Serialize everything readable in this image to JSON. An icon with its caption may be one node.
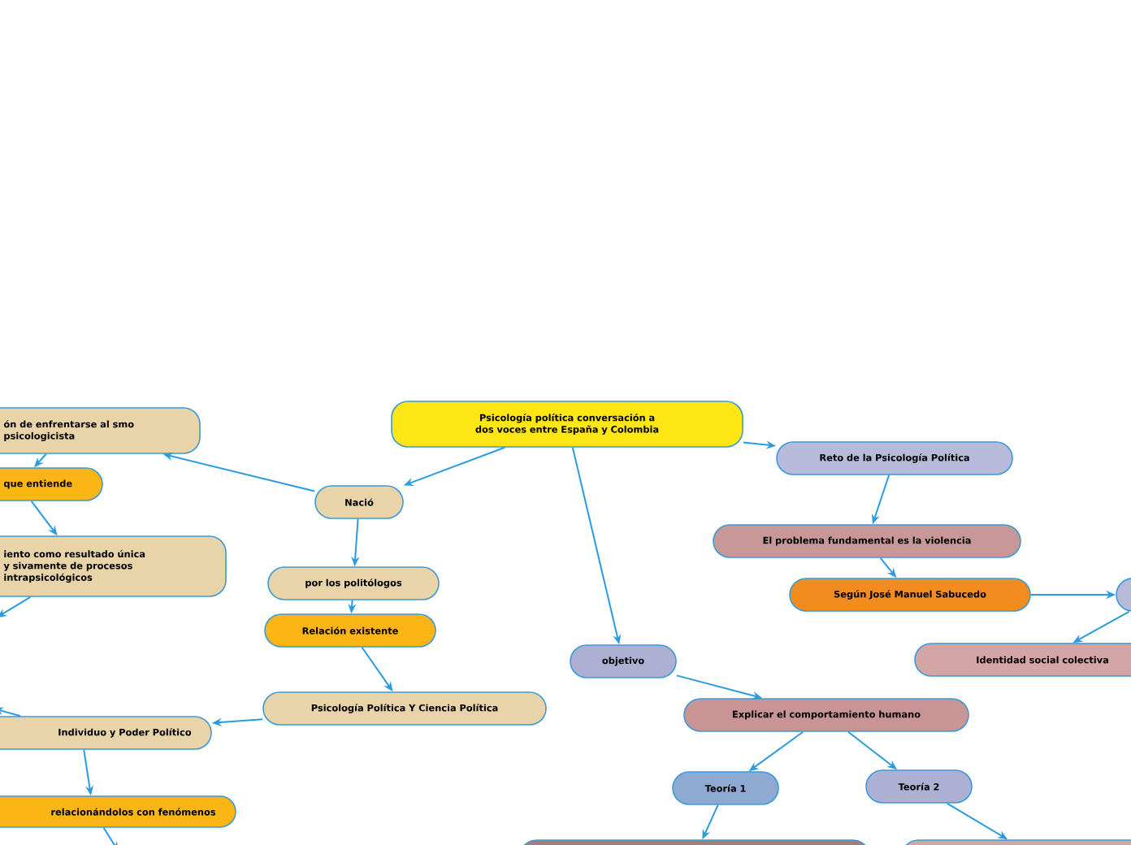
{
  "diagram": {
    "nodes": [
      {
        "text": [
          "Psicología política conversación a dos voces entre España y Colombia"
        ]
      },
      {
        "text": [
          "Nació"
        ]
      },
      {
        "text": [
          "ón de enfrentarse al smo psicologicista"
        ]
      },
      {
        "text": [
          "que entiende"
        ]
      },
      {
        "text": [
          "iento como resultado única y sivamente de procesos intrapsicológicos"
        ]
      },
      {
        "text": [
          "por los politólogos"
        ]
      },
      {
        "text": [
          "Relación existente"
        ]
      },
      {
        "text": [
          "Psicología Política Y Ciencia Política"
        ]
      },
      {
        "text": [
          "Individuo y Poder Político"
        ]
      },
      {
        "text": [
          "relacionándolos con fenómenos"
        ]
      },
      {
        "text": [
          "Reto de la Psicología Política"
        ]
      },
      {
        "text": [
          "El problema fundamental es la violencia"
        ]
      },
      {
        "text": [
          "Según José Manuel Sabucedo"
        ]
      },
      {
        "text": [],
        "shape": "box"
      },
      {
        "text": [
          "Identidad social colectiva"
        ]
      },
      {
        "text": [
          "objetivo"
        ]
      },
      {
        "text": [
          "Explicar el comportamiento humano"
        ]
      },
      {
        "text": [
          "Teoría 1"
        ]
      },
      {
        "text": [
          "Teoría 2"
        ]
      },
      {
        "text": [],
        "shape": "box"
      },
      {
        "text": [],
        "shape": "box"
      }
    ],
    "edges": [
      {
        "from": 0,
        "to": 1,
        "arrow": "to"
      },
      {
        "from": 1,
        "to": 2,
        "arrow": "to"
      },
      {
        "from": 2,
        "to": 3,
        "arrow": "to"
      },
      {
        "from": 3,
        "to": 4,
        "arrow": "to"
      },
      {
        "from": 4,
        "to": null,
        "arrow": "to"
      },
      {
        "from": 1,
        "to": 5,
        "arrow": "to"
      },
      {
        "from": 5,
        "to": 6,
        "arrow": "to"
      },
      {
        "from": 6,
        "to": 7,
        "arrow": "to"
      },
      {
        "from": 7,
        "to": 8,
        "arrow": "to"
      },
      {
        "from": 8,
        "to": null,
        "arrow": "to"
      },
      {
        "from": 8,
        "to": 9,
        "arrow": "to"
      },
      {
        "from": 9,
        "to": null,
        "arrow": "to"
      },
      {
        "from": 0,
        "to": 10,
        "arrow": "to"
      },
      {
        "from": 10,
        "to": 11,
        "arrow": "to"
      },
      {
        "from": 11,
        "to": 12,
        "arrow": "to"
      },
      {
        "from": 12,
        "to": 13,
        "arrow": "to"
      },
      {
        "from": 13,
        "to": 14,
        "arrow": "to"
      },
      {
        "from": 0,
        "to": 15,
        "arrow": "to"
      },
      {
        "from": 15,
        "to": 16,
        "arrow": "to"
      },
      {
        "from": 16,
        "to": 17,
        "arrow": "to"
      },
      {
        "from": 16,
        "to": 18,
        "arrow": "to"
      },
      {
        "from": 17,
        "to": 19,
        "arrow": "to"
      },
      {
        "from": 18,
        "to": 20,
        "arrow": "to"
      }
    ]
  }
}
